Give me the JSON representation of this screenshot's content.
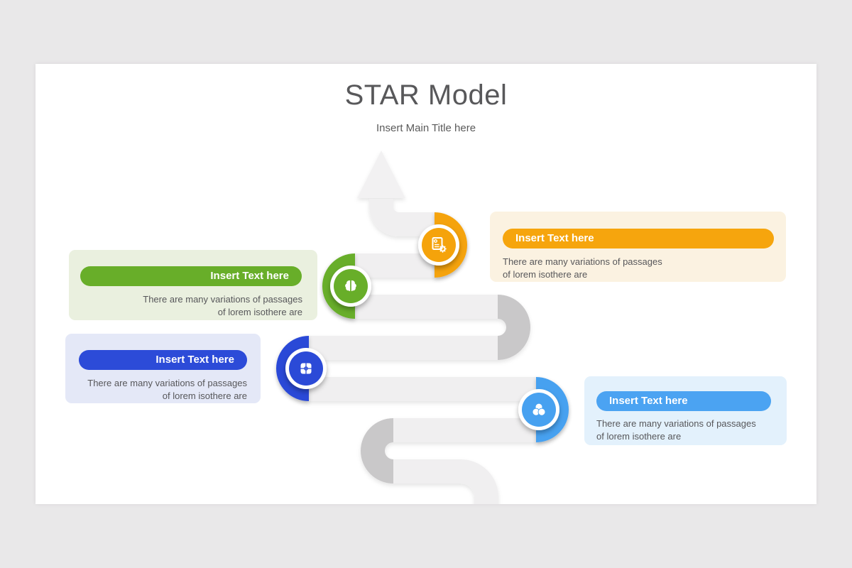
{
  "slide": {
    "title": "STAR Model",
    "subtitle": "Insert Main Title here"
  },
  "road": {
    "track_color": "#f0eff0",
    "arrow_color": "#f2f1f2",
    "uturn_color": "#c9c8c9"
  },
  "nodes": [
    {
      "name": "step-1-orange",
      "icon": "document-gear-icon",
      "color": "#f5a30b"
    },
    {
      "name": "step-2-green",
      "icon": "brain-icon",
      "color": "#68ae29"
    },
    {
      "name": "step-3-blue",
      "icon": "puzzle-icon",
      "color": "#2b4ad7"
    },
    {
      "name": "step-4-sky",
      "icon": "color-circles-icon",
      "color": "#47a1f0"
    }
  ],
  "callouts": [
    {
      "header": "Insert Text here",
      "body": "There are many variations of passages\nof lorem isothere are",
      "pill_color": "#f6a50d",
      "box_color": "#fbf2e1",
      "align": "left"
    },
    {
      "header": "Insert Text here",
      "body": "There are many variations of passages\nof lorem isothere are",
      "pill_color": "#68ae29",
      "box_color": "#eaf0df",
      "align": "right"
    },
    {
      "header": "Insert Text here",
      "body": "There are many variations of passages\nof lorem isothere are",
      "pill_color": "#2c4bd8",
      "box_color": "#e4e8f7",
      "align": "right"
    },
    {
      "header": "Insert Text here",
      "body": "There are many variations of passages\nof lorem isothere are",
      "pill_color": "#4ba3f2",
      "box_color": "#e3f1fc",
      "align": "left"
    }
  ]
}
